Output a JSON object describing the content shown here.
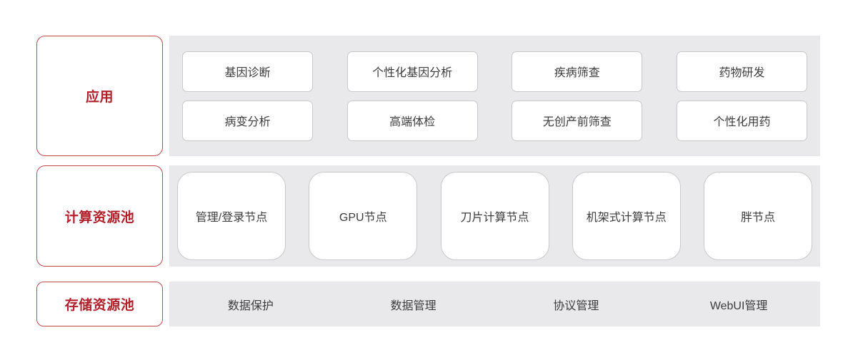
{
  "colors": {
    "accent_red": "#b2202a",
    "panel_gray": "#e9e9eb",
    "card_border": "#c9c9c9",
    "text_dark": "#3c3c3c",
    "page_background": "#ffffff"
  },
  "rows": {
    "application": {
      "label": "应用",
      "cards_top": [
        "基因诊断",
        "个性化基因分析",
        "疾病筛查",
        "药物研发"
      ],
      "cards_bottom": [
        "病变分析",
        "高端体检",
        "无创产前筛查",
        "个性化用药"
      ]
    },
    "compute_pool": {
      "label": "计算资源池",
      "cards": [
        "管理/登录节点",
        "GPU节点",
        "刀片计算节点",
        "机架式计算节点",
        "胖节点"
      ]
    },
    "storage_pool": {
      "label": "存储资源池",
      "items": [
        "数据保护",
        "数据管理",
        "协议管理",
        "WebUI管理"
      ]
    }
  }
}
